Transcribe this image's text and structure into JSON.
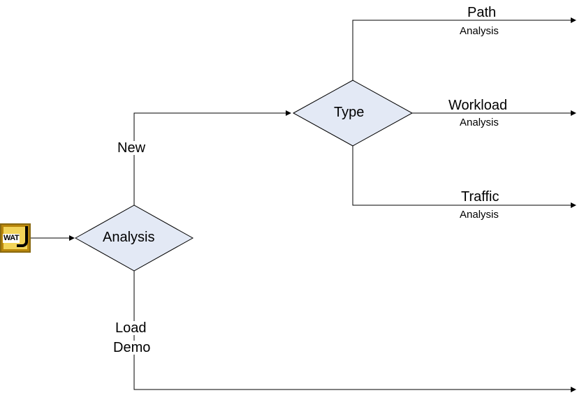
{
  "logo": {
    "text": "WAT"
  },
  "nodes": {
    "analysis": "Analysis",
    "type": "Type"
  },
  "branches": {
    "new": "New",
    "load": "Load",
    "demo": "Demo"
  },
  "outputs": {
    "path": {
      "title": "Path",
      "sub": "Analysis"
    },
    "workload": {
      "title": "Workload",
      "sub": "Analysis"
    },
    "traffic": {
      "title": "Traffic",
      "sub": "Analysis"
    }
  },
  "colors": {
    "diamond_fill": "#e3e9f5",
    "line": "#000000"
  }
}
